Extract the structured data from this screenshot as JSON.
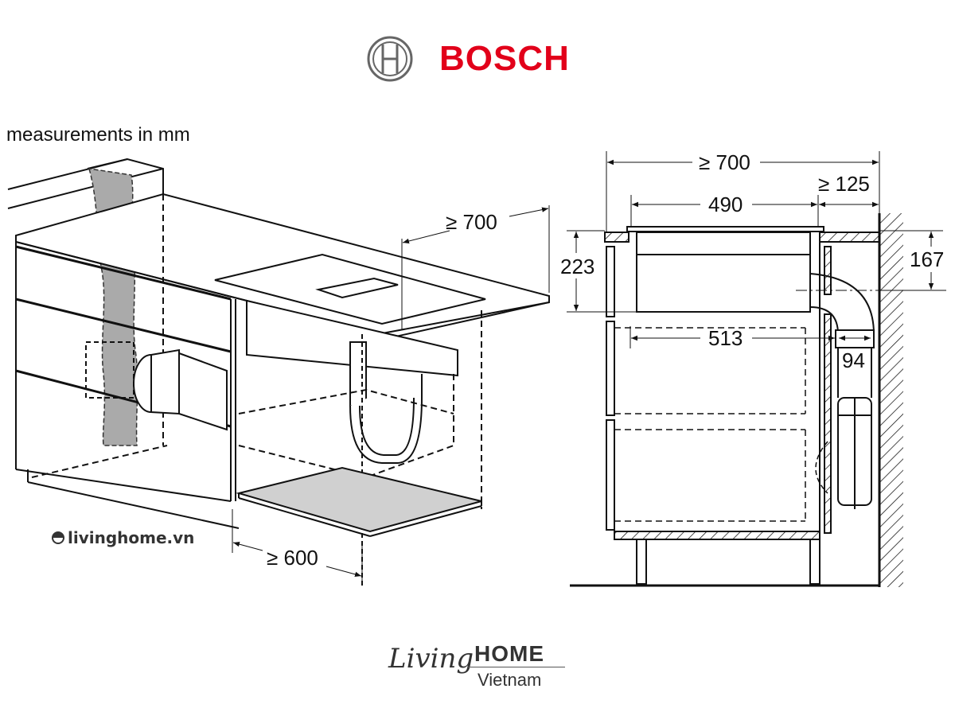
{
  "header": {
    "brand_name": "BOSCH",
    "brand_color": "#e2001a",
    "brand_logo_icon": "bosch-armature-icon"
  },
  "units_note": "measurements in mm",
  "perspective_view": {
    "dimensions": {
      "worktop_depth": "≥ 700",
      "cabinet_width": "≥ 600"
    }
  },
  "section_view": {
    "dimensions": {
      "worktop_depth": "≥ 700",
      "hob_depth": "490",
      "rear_clearance": "≥ 125",
      "hob_height": "223",
      "duct_center_height": "167",
      "duct_depth_offset": "513",
      "duct_width": "94"
    }
  },
  "watermark": {
    "text": "livinghome.vn",
    "icon": "livinghome-logo-icon"
  },
  "footer": {
    "script_text": "Living",
    "brand_text": "HOME",
    "sub_text": "Vietnam",
    "accent_color": "#e07b1a"
  }
}
